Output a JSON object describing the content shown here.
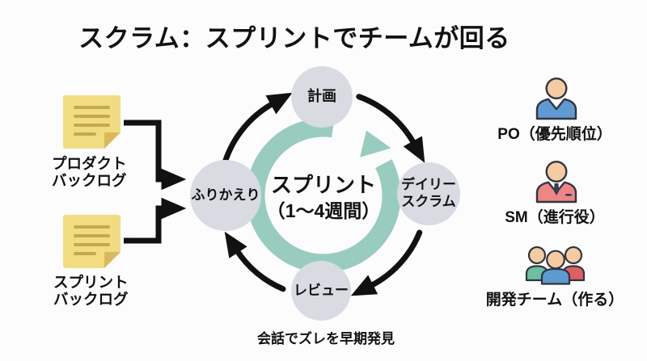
{
  "title": "スクラム：スプリントでチームが回る",
  "cycle": {
    "center_line1": "スプリント",
    "center_line2": "（1〜4週間）",
    "nodes": {
      "plan": "計画",
      "daily_line1": "デイリー",
      "daily_line2": "スクラム",
      "review": "レビュー",
      "retro": "ふりかえり"
    }
  },
  "backlogs": {
    "product": {
      "icon": "sticky-note-icon",
      "line1": "プロダクト",
      "line2": "バックログ"
    },
    "sprint": {
      "icon": "sticky-note-icon",
      "line1": "スプリント",
      "line2": "バックログ"
    }
  },
  "roles": [
    {
      "icon": "person-blue-shirt-icon",
      "label": "PO（優先順位）"
    },
    {
      "icon": "person-red-suit-icon",
      "label": "SM（進行役）"
    },
    {
      "icon": "people-group-icon",
      "label": "開発チーム（作る）"
    }
  ],
  "caption": "会話でズレを早期発見",
  "colors": {
    "background": "#fcfcfd",
    "text": "#111111",
    "cycle_ring_teal": "#98ccbf",
    "node_gray": "#d8dce2",
    "arrow_black": "#111111",
    "note_yellow": "#f1dc82",
    "note_fold": "#d9b95c",
    "note_lines": "#c4a94e",
    "skin": "#f5cba1",
    "po_shirt_blue": "#5f9ad3",
    "sm_suit_red": "#ef8585",
    "dev_green": "#6cc0a1",
    "dev_blue": "#5b9bd0",
    "dev_red": "#df5f5f",
    "outline_dark": "#2f3640"
  }
}
